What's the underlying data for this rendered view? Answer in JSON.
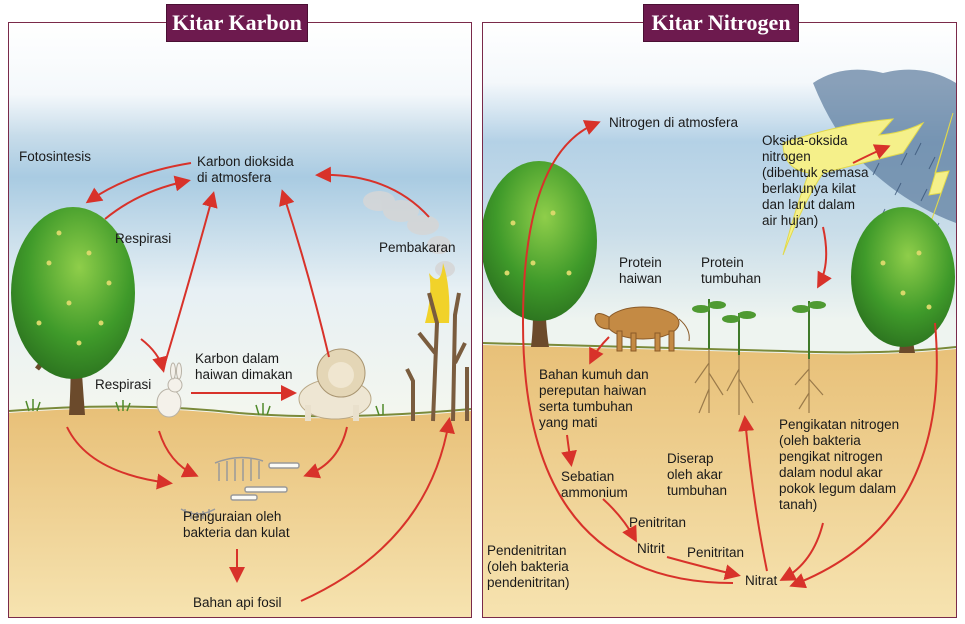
{
  "carbon_cycle": {
    "title": "Kitar Karbon",
    "labels": {
      "fotosintesis": "Fotosintesis",
      "co2_line1": "Karbon dioksida",
      "co2_line2": "di atmosfera",
      "respirasi_tree": "Respirasi",
      "pembakaran": "Pembakaran",
      "respirasi_animal": "Respirasi",
      "eaten_line1": "Karbon dalam",
      "eaten_line2": "haiwan dimakan",
      "decomp_line1": "Penguraian oleh",
      "decomp_line2": "bakteria dan kulat",
      "fossil": "Bahan api fosil"
    }
  },
  "nitrogen_cycle": {
    "title": "Kitar Nitrogen",
    "labels": {
      "n_atm": "Nitrogen di atmosfera",
      "oxides": [
        "Oksida-oksida",
        "nitrogen",
        "(dibentuk semasa",
        "berlakunya kilat",
        "dan larut dalam",
        "air hujan)"
      ],
      "protein_animal": [
        "Protein",
        "haiwan"
      ],
      "protein_plant": [
        "Protein",
        "tumbuhan"
      ],
      "waste": [
        "Bahan kumuh dan",
        "pereputan haiwan",
        "serta  tumbuhan",
        "yang mati"
      ],
      "ammonium": [
        "Sebatian",
        "ammonium"
      ],
      "absorbed": [
        "Diserap",
        "oleh akar",
        "tumbuhan"
      ],
      "fixation": [
        "Pengikatan nitrogen",
        "(oleh bakteria",
        "pengikat nitrogen",
        "dalam nodul akar",
        "pokok legum dalam",
        "tanah)"
      ],
      "nitrification1": "Penitritan",
      "nitrite": "Nitrit",
      "nitrification2": "Penitritan",
      "denitrification": [
        "Pendenitritan",
        "(oleh bakteria",
        "pendenitritan)"
      ],
      "nitrate": "Nitrat"
    }
  }
}
